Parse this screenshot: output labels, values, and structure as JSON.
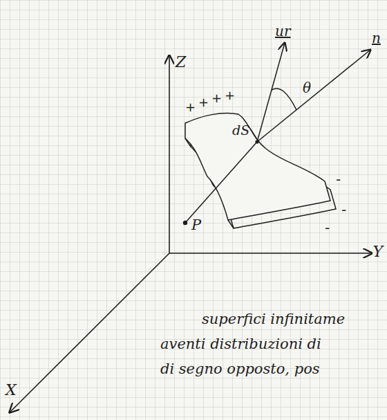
{
  "diagram": {
    "labels": [
      "Z",
      "Y",
      "X",
      "ur",
      "n",
      "θ",
      "dS",
      "P",
      "+",
      "+",
      "+",
      "+",
      "-",
      "-",
      "-",
      "superfici infinitame",
      "aventi distribuzioni di",
      "di segno opposto, pos"
    ]
  }
}
